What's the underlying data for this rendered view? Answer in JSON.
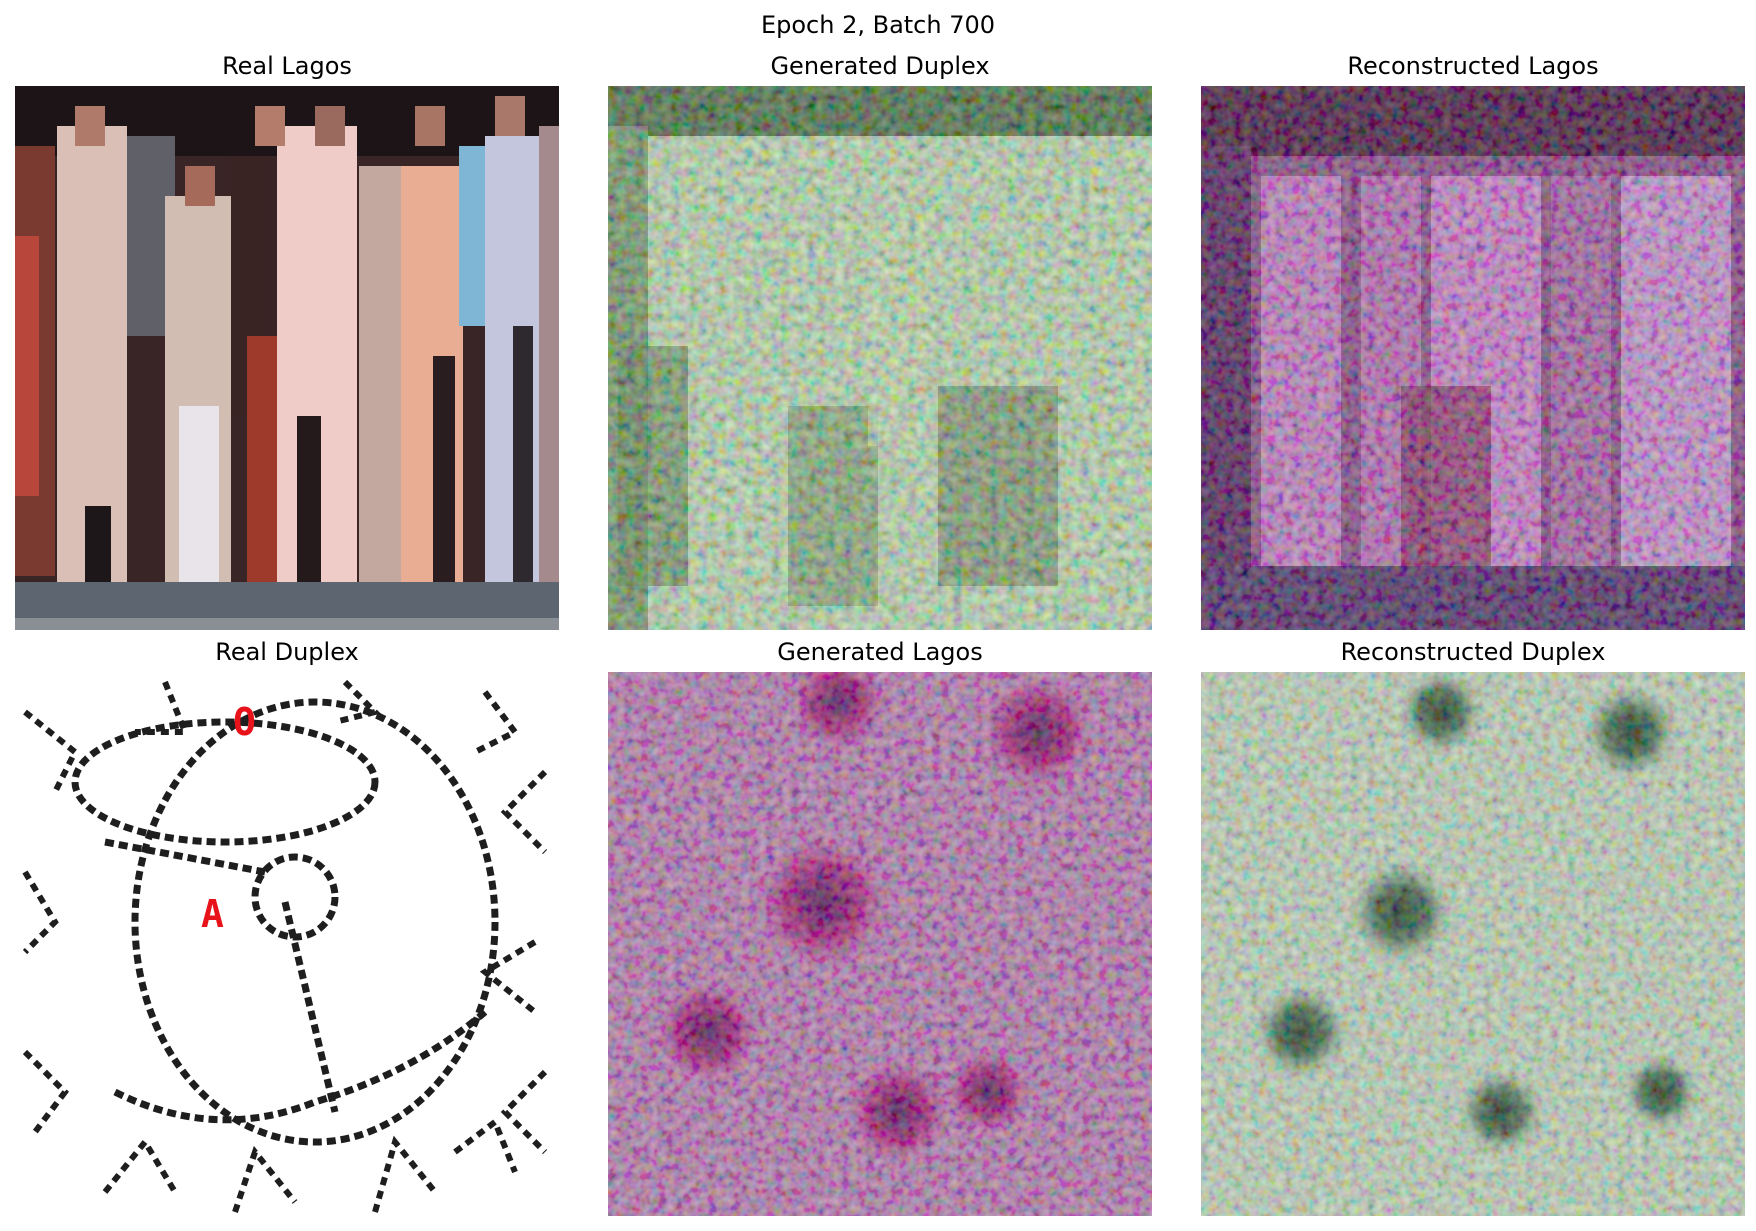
{
  "figure": {
    "title": "Epoch 2, Batch 700"
  },
  "panels": [
    {
      "title": "Real Lagos",
      "image": "photo-group-of-people"
    },
    {
      "title": "Generated Duplex",
      "image": "noisy-green-white-texture"
    },
    {
      "title": "Reconstructed Lagos",
      "image": "noisy-pink-purple-vertical-streaks"
    },
    {
      "title": "Real Duplex",
      "image": "line-drawing-circles-spikes",
      "labels": [
        "O",
        "A"
      ]
    },
    {
      "title": "Generated Lagos",
      "image": "noisy-pink-texture-dark-blobs"
    },
    {
      "title": "Reconstructed Duplex",
      "image": "noisy-white-texture-dark-blobs"
    }
  ],
  "colors": {
    "background": "#ffffff",
    "text": "#000000",
    "label_red": "#e8121a"
  }
}
